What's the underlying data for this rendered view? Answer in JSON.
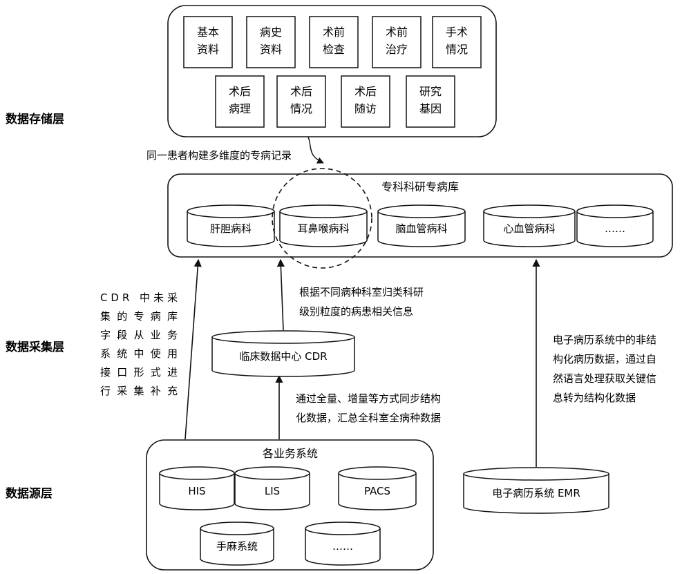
{
  "layers": {
    "storage": "数据存储层",
    "collection": "数据采集层",
    "source": "数据源层"
  },
  "storage_items": [
    [
      "基本",
      "资料"
    ],
    [
      "病史",
      "资料"
    ],
    [
      "术前",
      "检查"
    ],
    [
      "术前",
      "治疗"
    ],
    [
      "手术",
      "情况"
    ],
    [
      "术后",
      "病理"
    ],
    [
      "术后",
      "情况"
    ],
    [
      "术后",
      "随访"
    ],
    [
      "研究",
      "基因"
    ]
  ],
  "storage_note": "同一患者构建多维度的专病记录",
  "specialty": {
    "title": "专科科研专病库",
    "dbs": [
      "肝胆病科",
      "耳鼻喉病科",
      "脑血管病科",
      "心血管病科",
      "……"
    ]
  },
  "cdr": "临床数据中心 CDR",
  "notes": {
    "left": [
      "CDR 中未采",
      "集的专病库",
      "字段从业务",
      "系统中使用",
      "接口形式进",
      "行采集补充"
    ],
    "middle_upper": [
      "根据不同病种科室归类科研",
      "级别粒度的病患相关信息"
    ],
    "middle_lower": [
      "通过全量、增量等方式同步结构",
      "化数据，汇总全科室全病种数据"
    ],
    "right": [
      "电子病历系统中的非结",
      "构化病历数据，通过自",
      "然语言处理获取关键信",
      "息转为结构化数据"
    ]
  },
  "business": {
    "title": "各业务系统",
    "dbs": [
      "HIS",
      "LIS",
      "PACS",
      "手麻系统",
      "……"
    ]
  },
  "emr": "电子病历系统 EMR"
}
